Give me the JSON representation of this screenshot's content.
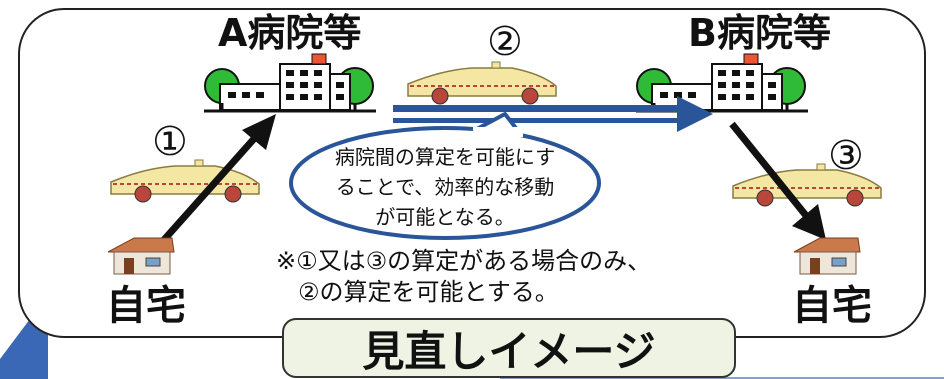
{
  "hospital_a": "A病院等",
  "hospital_b": "B病院等",
  "home_left": "自宅",
  "home_right": "自宅",
  "step1": "①",
  "step2": "②",
  "step3": "③",
  "bubble": [
    "病院間の算定を可能にす",
    "ることで、効率的な移動",
    "が可能となる。"
  ],
  "note": [
    "※①又は③の算定がある場合のみ、",
    "②の算定を可能とする。"
  ],
  "image_title": "見直しイメージ",
  "colors": {
    "arrow_blue": "#2a5599",
    "taxi_body": "#f4e7a4",
    "taxi_stripe": "#b8463a",
    "tree": "#2fbb38",
    "building": "#ffffff",
    "frame": "#222222",
    "title_box": "#eef3e4"
  },
  "icons": [
    "hospital-icon",
    "taxi-icon",
    "house-icon",
    "tree-icon"
  ]
}
